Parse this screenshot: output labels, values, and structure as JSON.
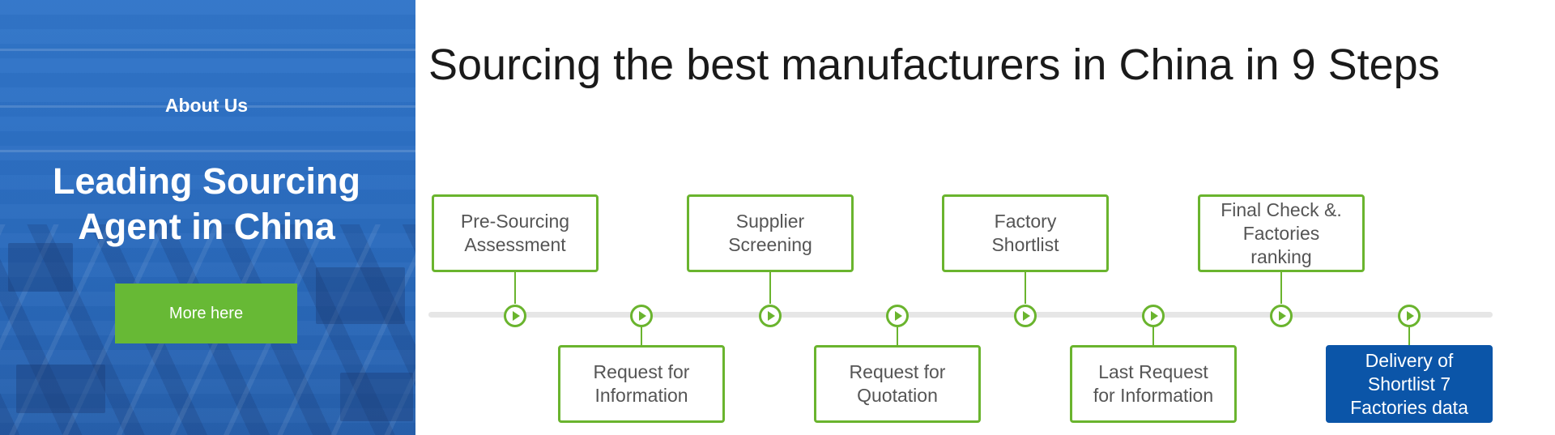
{
  "hero": {
    "label": "About Us",
    "heading_line1": "Leading Sourcing",
    "heading_line2": "Agent in China",
    "button": "More here"
  },
  "main": {
    "title": "Sourcing the best manufacturers in China in 9 Steps"
  },
  "steps": [
    {
      "lines": [
        "Pre-Sourcing",
        "Assessment"
      ]
    },
    {
      "lines": [
        "Request for",
        "Information"
      ]
    },
    {
      "lines": [
        "Supplier",
        "Screening"
      ]
    },
    {
      "lines": [
        "Request for",
        "Quotation"
      ]
    },
    {
      "lines": [
        "Factory",
        "Shortlist"
      ]
    },
    {
      "lines": [
        "Last Request",
        "for Information"
      ]
    },
    {
      "lines": [
        "Final Check &.",
        "Factories",
        "ranking"
      ]
    },
    {
      "lines": [
        "Delivery of",
        "Shortlist 7",
        "Factories data"
      ]
    }
  ],
  "colors": {
    "accent_green": "#6ab42e",
    "button_green": "#67b935",
    "final_blue": "#0b55a8",
    "hero_blue": "#3473bf"
  }
}
